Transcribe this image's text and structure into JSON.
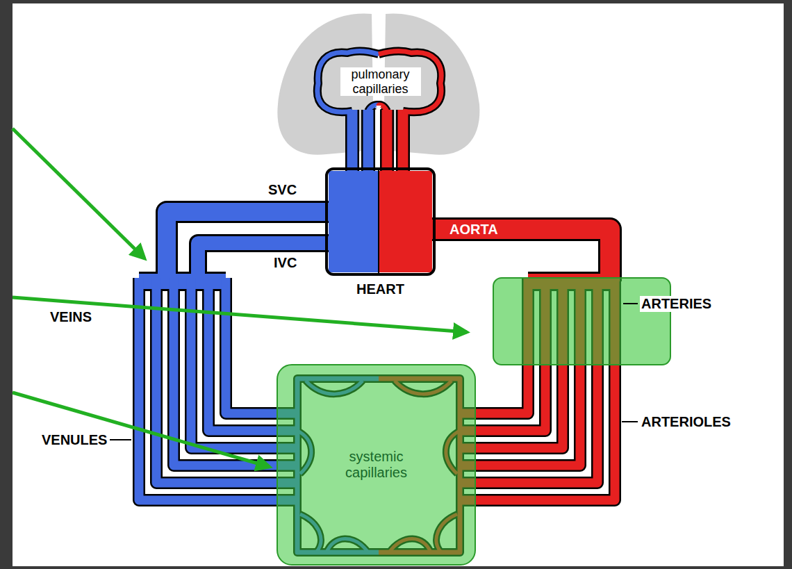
{
  "diagram": {
    "nodes": [
      {
        "text": [
          "pulmonary capillaries"
        ]
      },
      {
        "text": [
          "HEART"
        ]
      },
      {
        "text": [
          "systemic capillaries"
        ]
      }
    ],
    "labels": [
      "SVC",
      "IVC",
      "AORTA",
      "VEINS",
      "ARTERIES",
      "VENULES",
      "ARTERIOLES"
    ]
  }
}
